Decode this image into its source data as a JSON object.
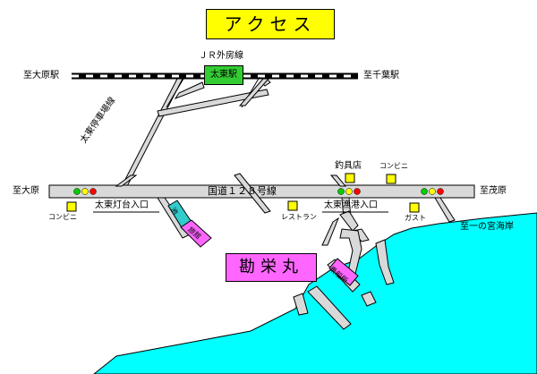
{
  "title": "アクセス",
  "railway": {
    "line_name": "ＪＲ外房線",
    "station": "太東駅",
    "to_west": "至大原駅",
    "to_east": "至千葉駅"
  },
  "roads": {
    "national_route": "国道１２８号線",
    "port_road": "太東停車場線",
    "to_west": "至大原",
    "to_east": "至茂原",
    "to_ichinomiya": "至一の宮海岸"
  },
  "junctions": {
    "lighthouse_entrance": "太東灯台入口",
    "port_entrance": "太東漁港入口"
  },
  "landmarks": {
    "convenience_store_west": "コンビニ",
    "convenience_store_east": "コンビニ",
    "restaurant": "レストラン",
    "tackle_shop": "釣具店",
    "gusto": "ガスト",
    "pond": "池",
    "inn": "旅館",
    "boat_pier": "乗船所",
    "boat_name": "勘栄丸"
  },
  "colors": {
    "sea": "#00ffff",
    "road": "#d9d9d9",
    "title_bg": "#ffff00",
    "station_bg": "#33cc33",
    "boat_bg": "#ff66ff",
    "pond_bg": "#33cccc",
    "signal_green": "#00cc00",
    "signal_yellow": "#ffff00",
    "signal_red": "#ff0000",
    "landmark_marker": "#ffff00"
  }
}
